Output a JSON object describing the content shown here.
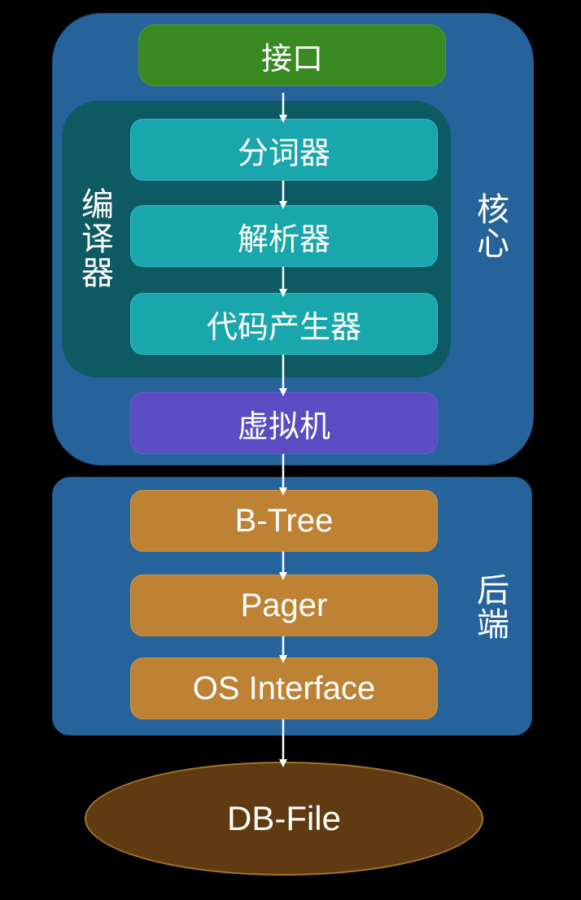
{
  "groups": {
    "core_label": "核心",
    "compiler_label": "编译器",
    "backend_label": "后端"
  },
  "nodes": {
    "interface": "接口",
    "tokenizer": "分词器",
    "parser": "解析器",
    "code_generator": "代码产生器",
    "virtual_machine": "虚拟机",
    "btree": "B-Tree",
    "pager": "Pager",
    "os_interface": "OS Interface",
    "db_file": "DB-File"
  },
  "colors": {
    "background": "#000000",
    "group_blue": "#25639a",
    "compiler_teal_dark": "#0d5a63",
    "teal": "#1aa6ad",
    "green": "#3a8a22",
    "purple": "#5b4cc4",
    "orange": "#bd8234",
    "db_brown": "#603a11"
  }
}
